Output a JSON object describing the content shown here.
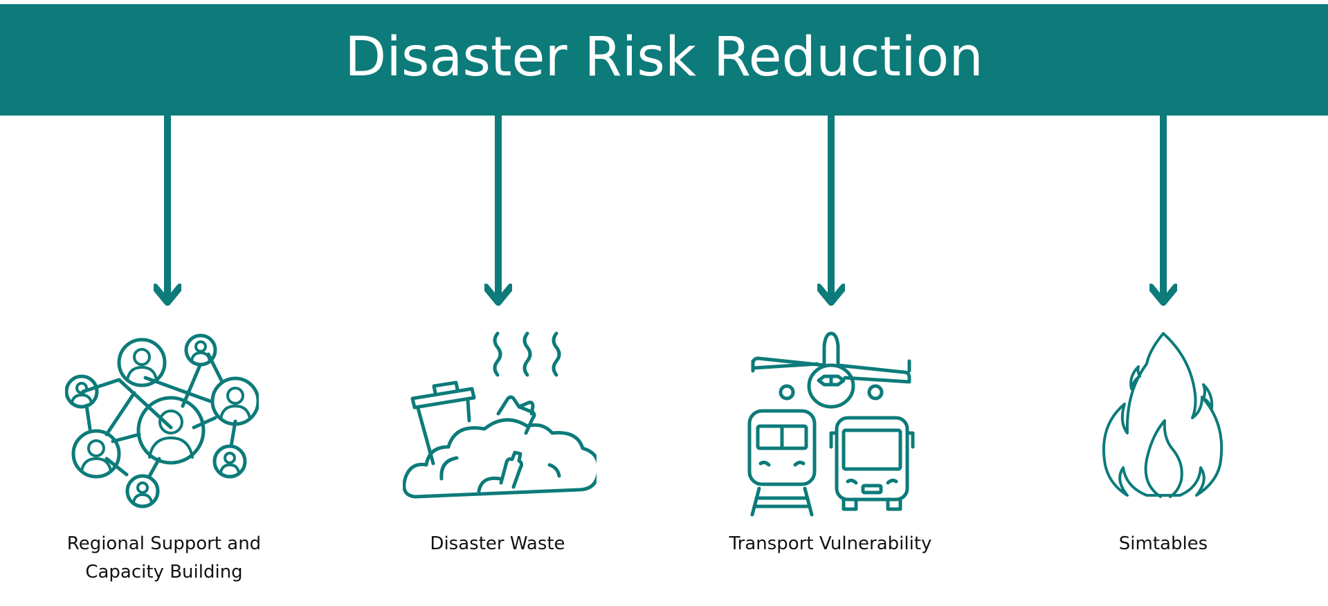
{
  "title": "Disaster Risk Reduction",
  "colors": {
    "accent": "#0c7b7a",
    "text": "#111111",
    "background": "#ffffff"
  },
  "nodes": [
    {
      "icon": "people-network-icon",
      "label_lines": [
        "Regional Support and",
        "Capacity Building"
      ]
    },
    {
      "icon": "waste-pile-icon",
      "label_lines": [
        "Disaster Waste"
      ]
    },
    {
      "icon": "transport-vehicles-icon",
      "label_lines": [
        "Transport Vulnerability"
      ]
    },
    {
      "icon": "fire-icon",
      "label_lines": [
        "Simtables"
      ]
    }
  ]
}
